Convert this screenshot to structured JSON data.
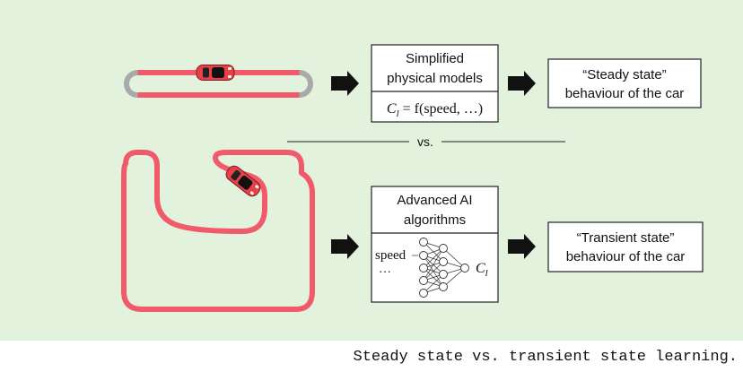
{
  "top_row": {
    "model_box": {
      "line1": "Simplified",
      "line2": "physical models",
      "eq_lhs": "C",
      "eq_sub": "l",
      "eq_rhs": " = f(speed, …)"
    },
    "result_box": {
      "line1": "“Steady state”",
      "line2": "behaviour of the car"
    }
  },
  "divider": {
    "label": "vs."
  },
  "bottom_row": {
    "model_box": {
      "line1": "Advanced AI",
      "line2": "algorithms",
      "input_label": "speed",
      "input_dots": "…",
      "output_lhs": "C",
      "output_sub": "l"
    },
    "result_box": {
      "line1": "“Transient state”",
      "line2": "behaviour of the car"
    }
  },
  "caption": "Steady state vs. transient state learning.",
  "colors": {
    "background": "#e3f2dc",
    "track": "#f05a6a",
    "track_grey": "#a9a9a9",
    "car_body": "#e8404a",
    "arrow": "#111111"
  }
}
